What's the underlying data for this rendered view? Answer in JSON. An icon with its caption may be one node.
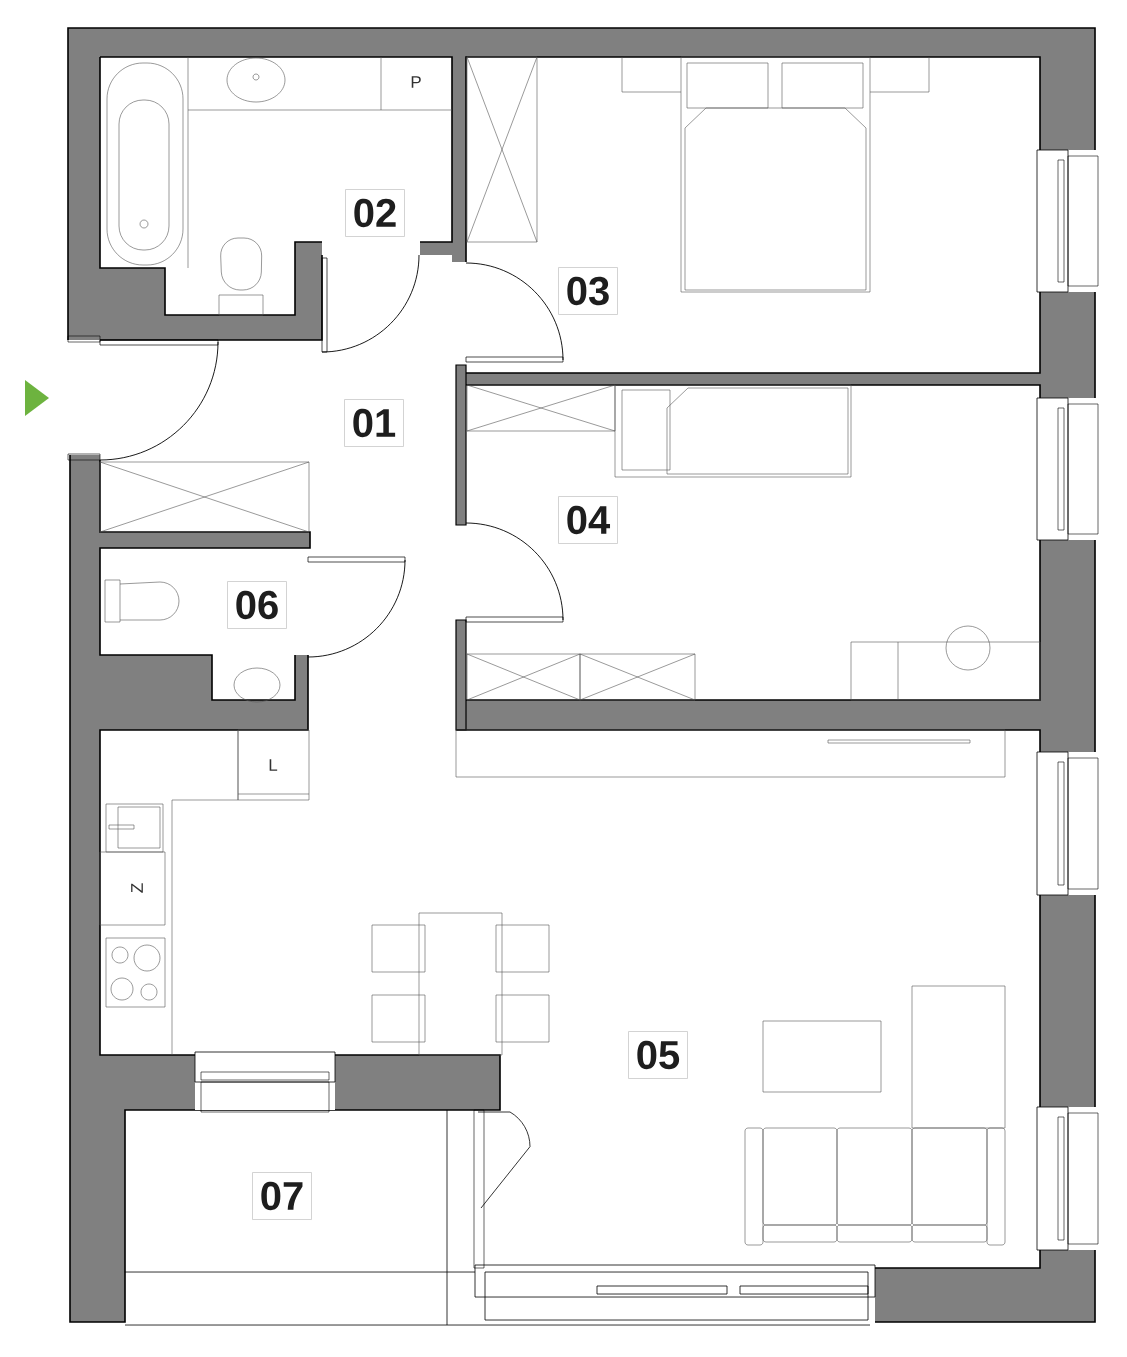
{
  "diagram": {
    "nodes": [
      {
        "text": [
          "02"
        ]
      },
      {
        "text": [
          "03"
        ]
      },
      {
        "text": [
          "01"
        ]
      },
      {
        "text": [
          "04"
        ]
      },
      {
        "text": [
          "06"
        ]
      },
      {
        "text": [
          "05"
        ]
      },
      {
        "text": [
          "07"
        ]
      }
    ],
    "labels": [
      "P",
      "L",
      "Z"
    ]
  }
}
